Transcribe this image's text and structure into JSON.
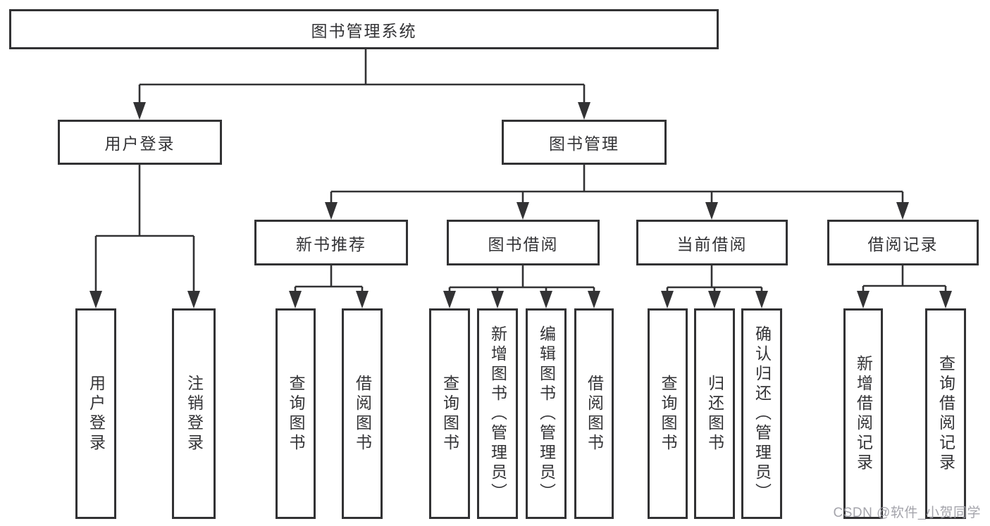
{
  "root": {
    "label": "图书管理系统"
  },
  "user_login": {
    "label": "用户登录",
    "children": [
      {
        "label": "用户登录"
      },
      {
        "label": "注销登录"
      }
    ]
  },
  "book_management": {
    "label": "图书管理",
    "sections": [
      {
        "label": "新书推荐",
        "children": [
          {
            "label": "查询图书"
          },
          {
            "label": "借阅图书"
          }
        ]
      },
      {
        "label": "图书借阅",
        "children": [
          {
            "label": "查询图书"
          },
          {
            "label": "新增图书（管理员）"
          },
          {
            "label": "编辑图书（管理员）"
          },
          {
            "label": "借阅图书"
          }
        ]
      },
      {
        "label": "当前借阅",
        "children": [
          {
            "label": "查询图书"
          },
          {
            "label": "归还图书"
          },
          {
            "label": "确认归还（管理员）"
          }
        ]
      },
      {
        "label": "借阅记录",
        "children": [
          {
            "label": "新增借阅记录"
          },
          {
            "label": "查询借阅记录"
          }
        ]
      }
    ]
  },
  "watermark": {
    "text": "CSDN @软件_小贺同学"
  },
  "colors": {
    "line": "#323234",
    "text": "#333336",
    "box_background": "#ffffff",
    "watermark": "#9b9ba3",
    "background": "#ffffff"
  }
}
